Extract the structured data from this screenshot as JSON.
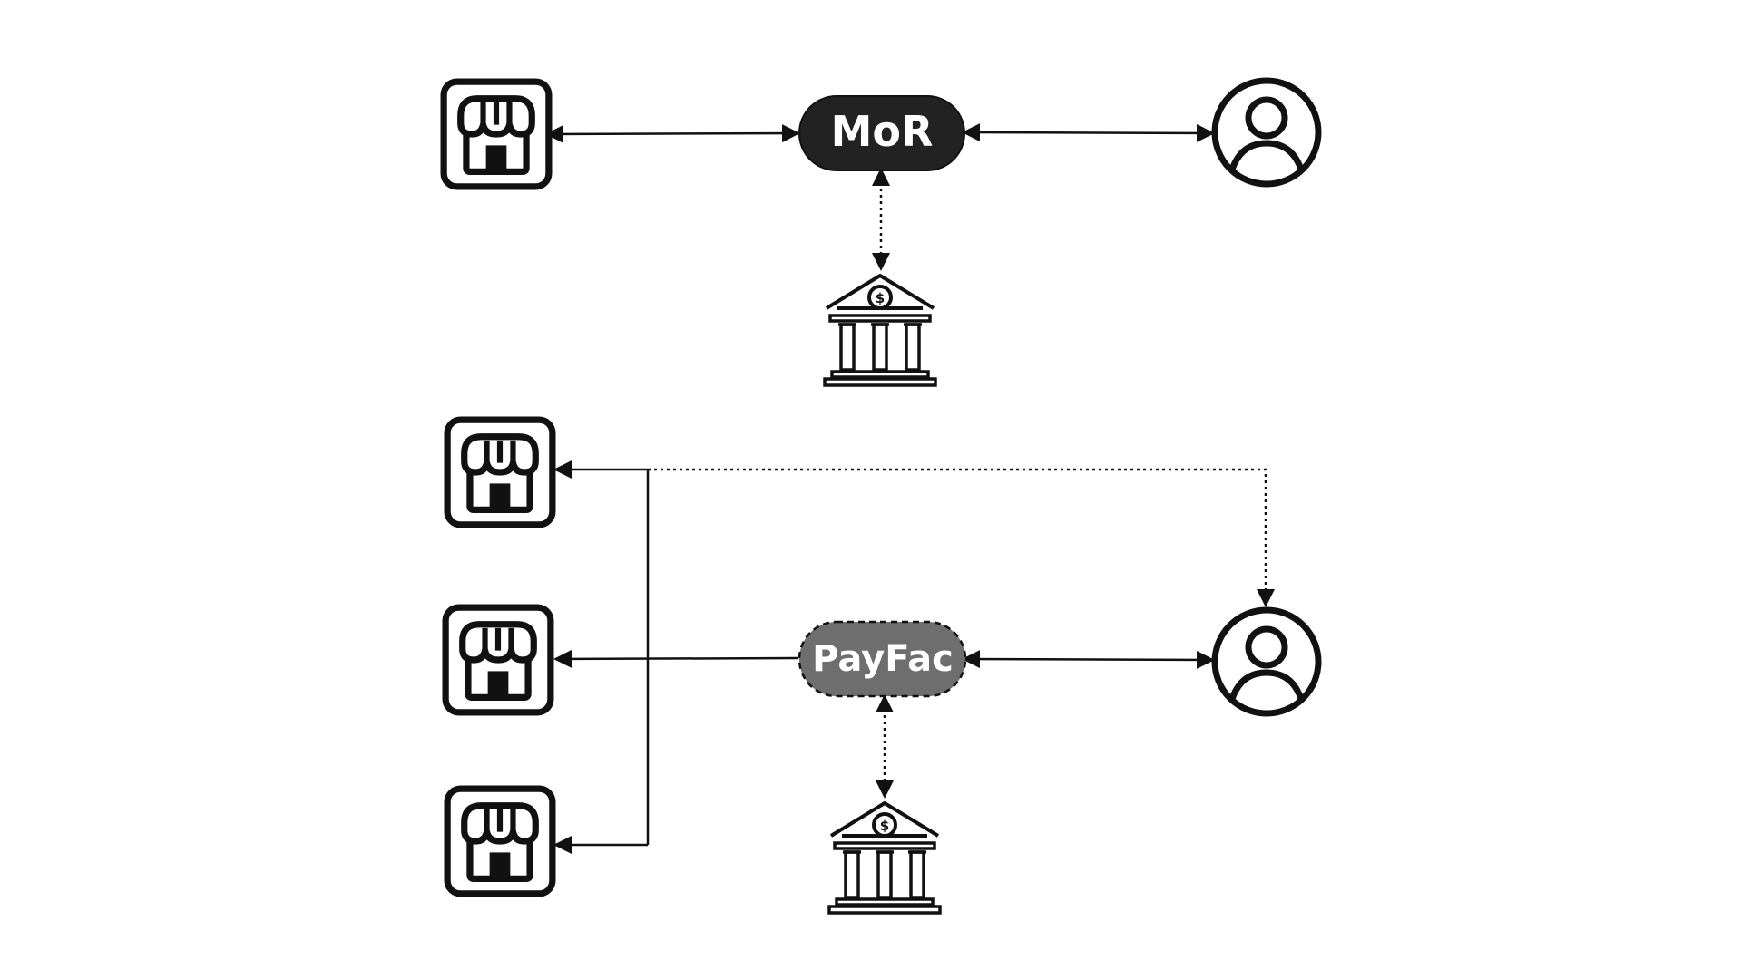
{
  "colors": {
    "background": "#ffffff",
    "stroke": "#111111",
    "mor_fill": "#222222",
    "payfac_fill": "#6e6e6e",
    "label_text": "#ffffff"
  },
  "top_flow": {
    "center_node": {
      "label": "MoR",
      "style": "solid"
    },
    "merchant_icon": "store-icon",
    "customer_icon": "user-circle-icon",
    "bank_icon": "bank-icon"
  },
  "bottom_flow": {
    "center_node": {
      "label": "PayFac",
      "style": "dashed"
    },
    "merchant_icons": [
      "store-icon",
      "store-icon",
      "store-icon"
    ],
    "customer_icon": "user-circle-icon",
    "bank_icon": "bank-icon"
  }
}
